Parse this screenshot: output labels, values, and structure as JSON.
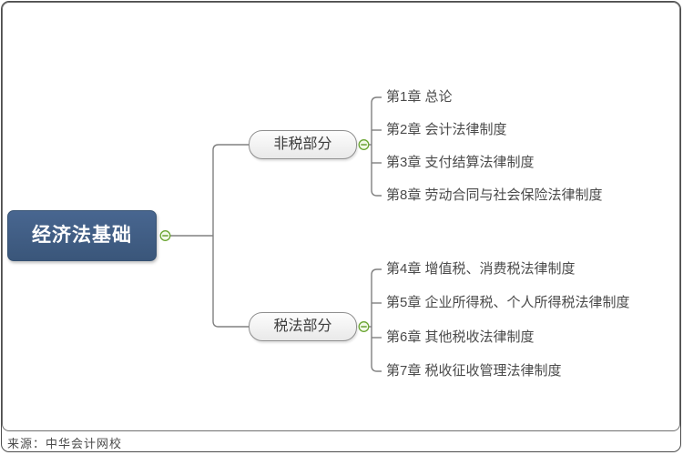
{
  "frame": {
    "caption": "来源：中华会计网校"
  },
  "mindmap": {
    "root": {
      "label": "经济法基础"
    },
    "branches": [
      {
        "label": "非税部分",
        "children": [
          "第1章 总论",
          "第2章 会计法律制度",
          "第3章 支付结算法律制度",
          "第8章 劳动合同与社会保险法律制度"
        ]
      },
      {
        "label": "税法部分",
        "children": [
          "第4章 增值税、消费税法律制度",
          "第5章 企业所得税、个人所得税法律制度",
          "第6章 其他税收法律制度",
          "第7章 税收征收管理法律制度"
        ]
      }
    ],
    "collapse_icon": "minus-circle"
  },
  "colors": {
    "root_fill": "#3F5D82",
    "root_text": "#FFFFFF",
    "branch_fill": "#F0F0F0",
    "branch_border": "#8F8F8F",
    "connector": "#808080",
    "collapse_green": "#68A52F",
    "topic_text": "#4B4B4B",
    "frame_border": "#4D4D4D"
  }
}
